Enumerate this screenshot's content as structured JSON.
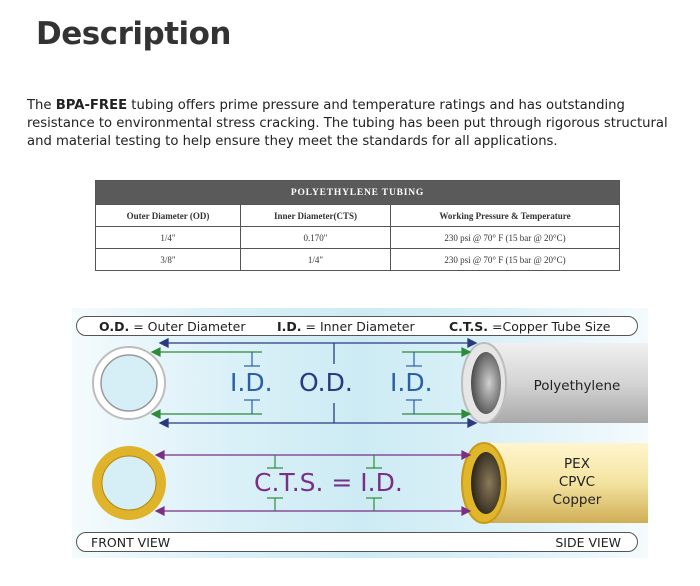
{
  "heading": "Description",
  "intro": {
    "prefix": "The ",
    "bold": "BPA-FREE",
    "rest": " tubing offers prime pressure and temperature ratings and has outstanding resistance to environmental stress cracking. The tubing has been put through rigorous structural and material testing to help ensure they meet the standards for all applications."
  },
  "table": {
    "title": "POLYETHYLENE TUBING",
    "headers": [
      "Outer Diameter (OD)",
      "Inner Diameter(CTS)",
      "Working Pressure & Temperature"
    ],
    "rows": [
      [
        "1/4\"",
        "0.170\"",
        "230 psi @ 70° F (15 bar @ 20°C)"
      ],
      [
        "3/8\"",
        "1/4\"",
        "230 psi @ 70° F (15 bar @ 20°C)"
      ]
    ]
  },
  "diagram": {
    "legend": {
      "od_abbr": "O.D.",
      "od_text": " = Outer Diameter",
      "id_abbr": "I.D.",
      "id_text": " = Inner Diameter",
      "cts_abbr": "C.T.S.",
      "cts_text": " =Copper Tube Size"
    },
    "labels": {
      "id_left": "I.D.",
      "od": "O.D.",
      "id_right": "I.D.",
      "cts_eq": "C.T.S. = I.D."
    },
    "side_labels": {
      "top": "Polyethylene",
      "bottom_1": "PEX",
      "bottom_2": "CPVC",
      "bottom_3": "Copper"
    },
    "views": {
      "front": "FRONT VIEW",
      "side": "SIDE VIEW"
    },
    "colors": {
      "id_blue": "#2b5fa8",
      "od_navy": "#2b3a80",
      "cts_purple": "#7a2f86",
      "arrow_green": "#2e8b3a",
      "copper_gold": "#d9ae22",
      "pe_grey": "#c9c9c9"
    }
  }
}
